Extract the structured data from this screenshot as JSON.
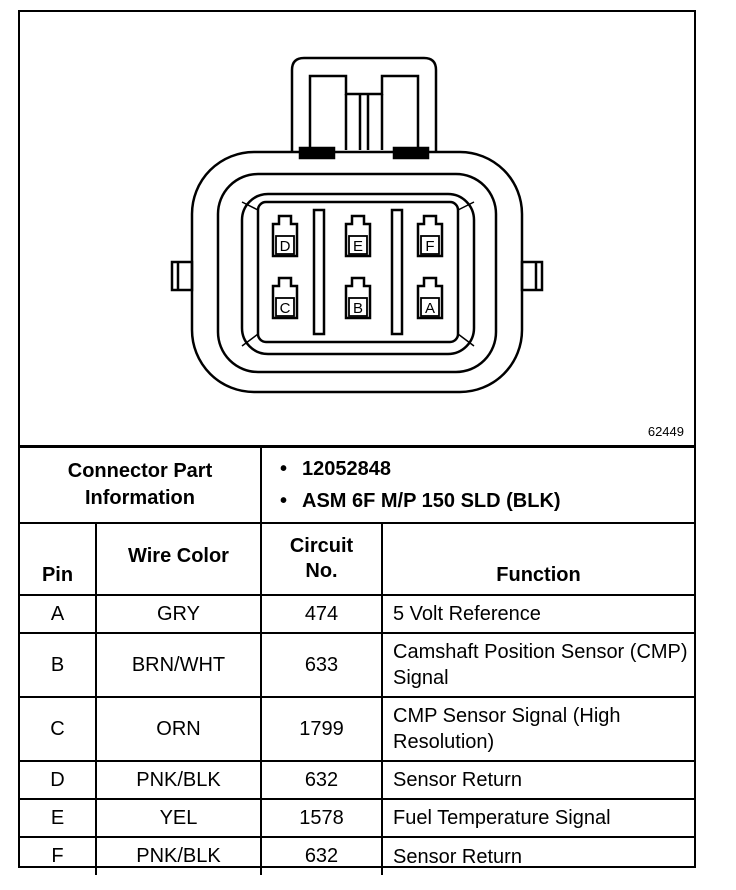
{
  "figure_id": "62449",
  "connector": {
    "label_line1": "Connector Part",
    "label_line2": "Information",
    "info": [
      "12052848",
      "ASM 6F M/P 150 SLD (BLK)"
    ],
    "pins_top": [
      "D",
      "E",
      "F"
    ],
    "pins_bottom": [
      "C",
      "B",
      "A"
    ]
  },
  "table": {
    "headers": {
      "pin": "Pin",
      "wire": "Wire Color",
      "circuit_line1": "Circuit",
      "circuit_line2": "No.",
      "function": "Function"
    },
    "rows": [
      {
        "pin": "A",
        "wire": "GRY",
        "circuit": "474",
        "function": "5 Volt Reference"
      },
      {
        "pin": "B",
        "wire": "BRN/WHT",
        "circuit": "633",
        "function": "Camshaft Position Sensor (CMP) Signal"
      },
      {
        "pin": "C",
        "wire": "ORN",
        "circuit": "1799",
        "function": "CMP Sensor Signal (High Resolution)"
      },
      {
        "pin": "D",
        "wire": "PNK/BLK",
        "circuit": "632",
        "function": "Sensor Return"
      },
      {
        "pin": "E",
        "wire": "YEL",
        "circuit": "1578",
        "function": "Fuel Temperature Signal"
      },
      {
        "pin": "F",
        "wire": "PNK/BLK",
        "circuit": "632",
        "function": "Sensor Return"
      }
    ]
  }
}
